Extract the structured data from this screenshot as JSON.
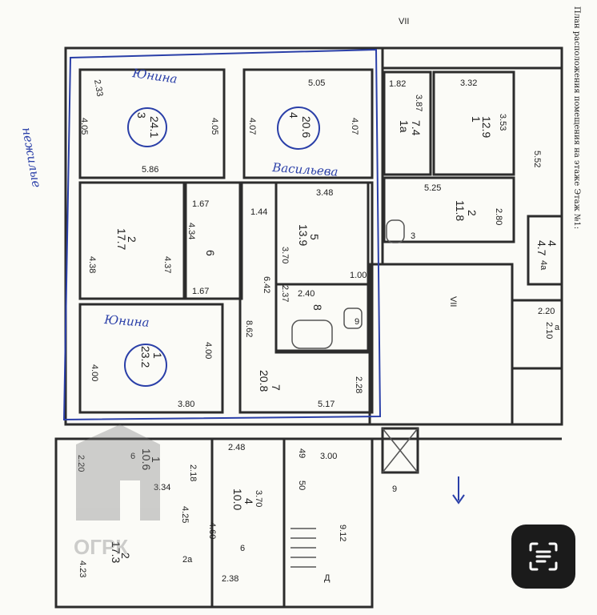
{
  "plan": {
    "title": "План расположения помещения на этаже Этаж №1:",
    "section_labels": [
      "VII",
      "VII"
    ],
    "rooms": [
      {
        "no": "3",
        "area": "24.1"
      },
      {
        "no": "4",
        "area": "20.6"
      },
      {
        "no": "1a",
        "area": "7.4"
      },
      {
        "no": "1",
        "area": "12.9"
      },
      {
        "no": "2",
        "area": "11.8"
      },
      {
        "no": "4",
        "area": "4.7"
      },
      {
        "no": "2",
        "area": "17.7"
      },
      {
        "no": "6",
        "area": ""
      },
      {
        "no": "5",
        "area": "13.9"
      },
      {
        "no": "8",
        "area": ""
      },
      {
        "no": "1",
        "area": "23.2"
      },
      {
        "no": "7",
        "area": "20.8"
      },
      {
        "no": "1",
        "area": "10.6"
      },
      {
        "no": "4",
        "area": "10.0"
      },
      {
        "no": "2",
        "area": "17.3"
      }
    ],
    "dimensions": [
      "2.33",
      "4.05",
      "4.05",
      "5.86",
      "5.05",
      "4.07",
      "4.07",
      "1.82",
      "3.87",
      "3.32",
      "3.53",
      "5.52",
      "5.25",
      "2.80",
      "1.67",
      "1.44",
      "3.48",
      "4.34",
      "4.38",
      "4.37",
      "1.67",
      "3.70",
      "1.00",
      "6.42",
      "2.40",
      "2.37",
      "8.62",
      "4.00",
      "4.00",
      "3.80",
      "5.17",
      "2.28",
      "2.20",
      "2.10",
      "2.48",
      "2.18",
      "2.20",
      "3.34",
      "3.00",
      "3.70",
      "4.25",
      "4.60",
      "9.12",
      "4.23",
      "2.38"
    ],
    "small_labels": [
      "3",
      "9",
      "4a",
      "a",
      "9",
      "49",
      "50",
      "6",
      "2a",
      "Д",
      "6"
    ]
  },
  "annotations": {
    "top_left": "Юнина",
    "center_top": "Васильева",
    "bottom_left": "Юнина",
    "left_vertical": "нежилые"
  },
  "watermark": {
    "text": "ОГРК"
  },
  "scan_button": {
    "icon": "scan-text-icon"
  },
  "colors": {
    "ink": "#2a3fa8",
    "wall": "#2c2c2c",
    "paper": "#fbfbf7",
    "button": "#1b1b1b"
  }
}
